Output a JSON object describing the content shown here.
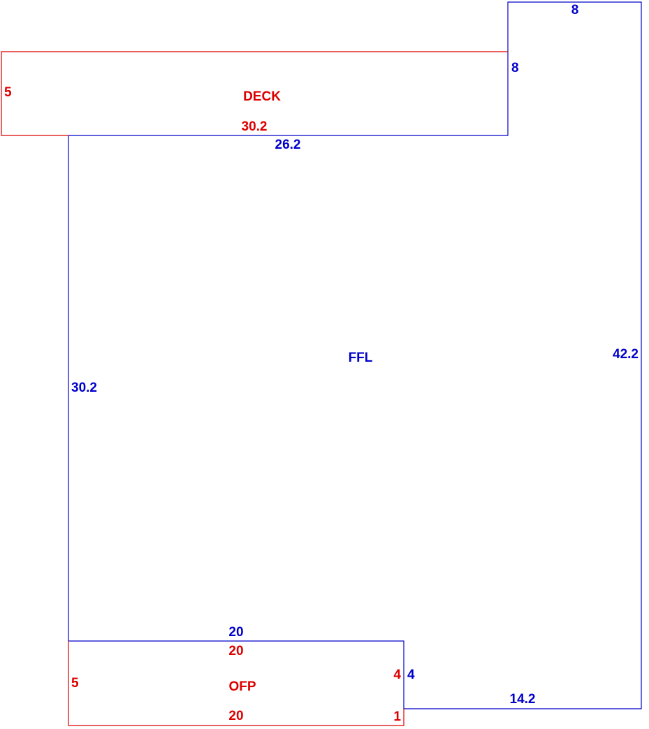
{
  "colors": {
    "living_area": "#0000cc",
    "other_area": "#dd0000",
    "background": "#ffffff"
  },
  "areas": {
    "ffl": {
      "label": "FFL",
      "dims": {
        "top_short": "8",
        "step_vertical": "8",
        "top_long": "26.2",
        "left": "30.2",
        "right": "42.2",
        "bottom_left": "20",
        "notch_vertical": "4",
        "bottom_right": "14.2"
      }
    },
    "deck": {
      "label": "DECK",
      "dims": {
        "left": "5",
        "bottom": "30.2"
      }
    },
    "ofp": {
      "label": "OFP",
      "dims": {
        "top": "20",
        "left": "5",
        "right": "4",
        "bottom": "20",
        "bottom_right_step": "1"
      }
    }
  }
}
